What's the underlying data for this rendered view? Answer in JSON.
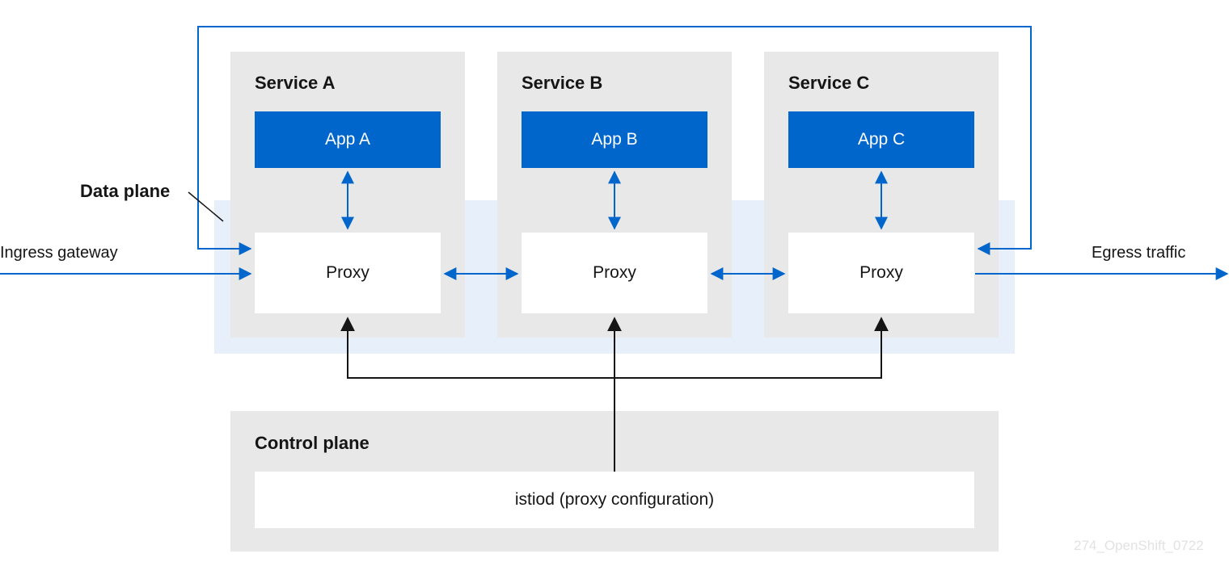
{
  "services": [
    {
      "title": "Service A",
      "app": "App A",
      "proxy": "Proxy"
    },
    {
      "title": "Service B",
      "app": "App B",
      "proxy": "Proxy"
    },
    {
      "title": "Service C",
      "app": "App C",
      "proxy": "Proxy"
    }
  ],
  "labels": {
    "data_plane": "Data plane",
    "ingress": "Ingress gateway",
    "egress": "Egress traffic",
    "control_plane": "Control plane",
    "istiod": "istiod (proxy configuration)",
    "watermark": "274_OpenShift_0722"
  },
  "colors": {
    "blue": "#0066cc",
    "black": "#151515",
    "panel_gray": "#e8e8e8",
    "data_plane_tint": "#dbe7f6"
  }
}
